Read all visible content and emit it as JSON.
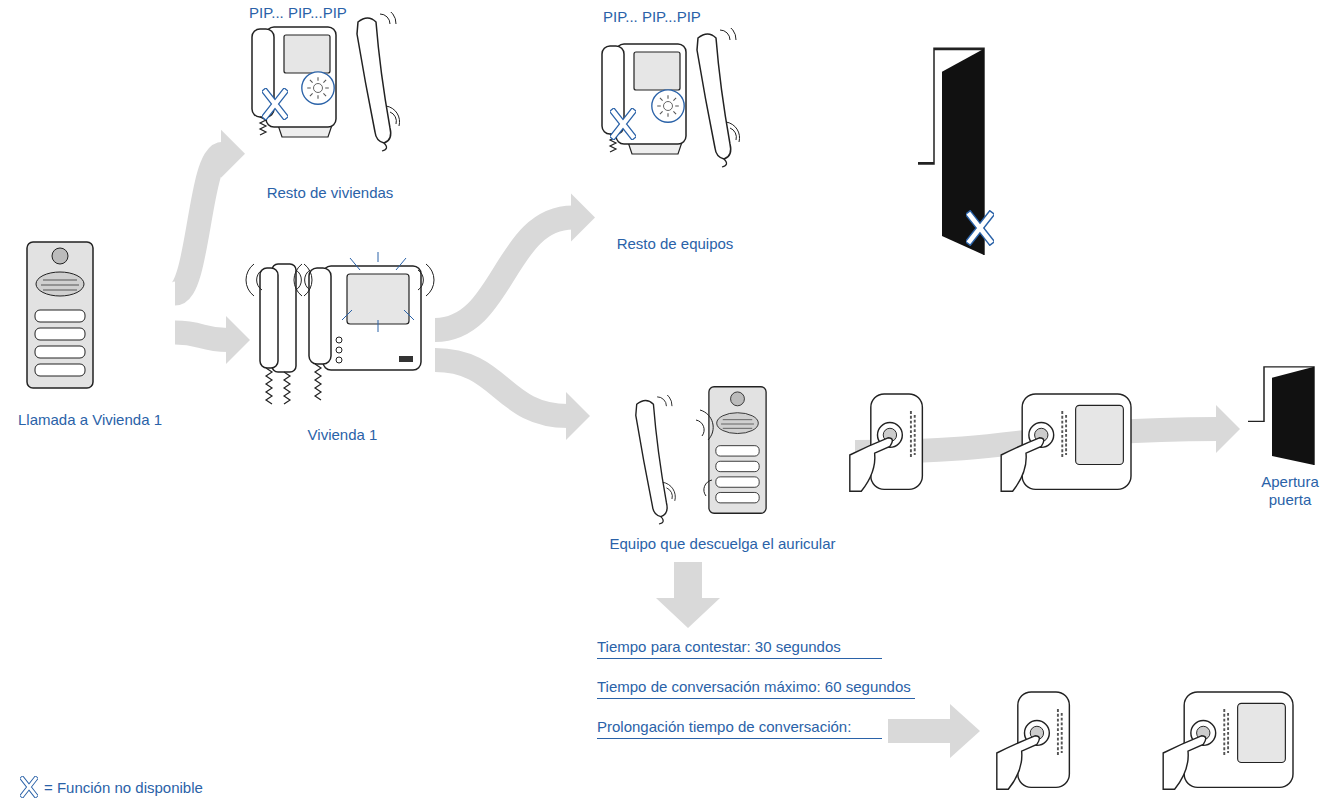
{
  "diagram": {
    "nodes": [
      {
        "text": [
          "Llamada a Vivienda 1"
        ]
      },
      {
        "text": [
          "PIP... PIP...PIP",
          "Resto de viviendas"
        ]
      },
      {
        "text": [
          "Vivienda 1"
        ]
      },
      {
        "text": [
          "PIP... PIP...PIP",
          "Resto de equipos"
        ]
      },
      {
        "text": [
          "Equipo que descuelga el auricular"
        ]
      },
      {
        "text": [
          "Apertura puerta"
        ]
      }
    ],
    "edges": [
      {
        "from": 0,
        "to": 1,
        "arrow": "to"
      },
      {
        "from": 0,
        "to": 2,
        "arrow": "to"
      },
      {
        "from": 2,
        "to": 3,
        "arrow": "to"
      },
      {
        "from": 2,
        "to": 4,
        "arrow": "to"
      },
      {
        "from": 4,
        "to": 5,
        "arrow": "to"
      }
    ],
    "labels": [
      "Tiempo para contestar: 30 segundos",
      "Tiempo de conversación máximo: 60 segundos",
      "Prolongación tiempo de conversación:"
    ],
    "legend": [
      {
        "text": "= Función no disponible"
      }
    ]
  }
}
